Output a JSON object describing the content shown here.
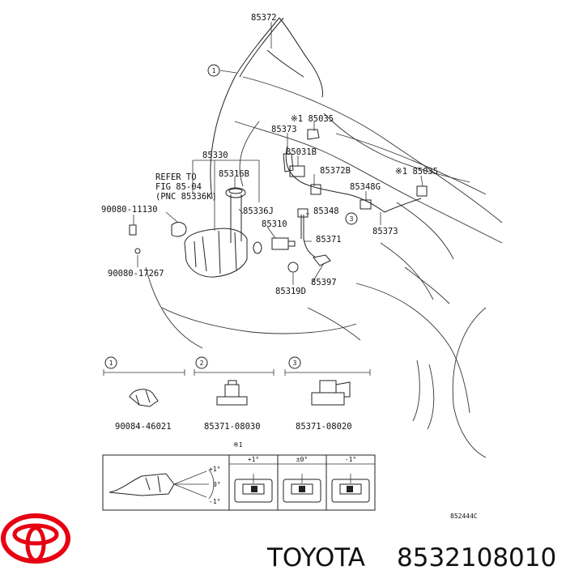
{
  "diagram": {
    "labels": {
      "p85372_top": "85372",
      "callout1_main": "1",
      "mark1_85035": "※1 85035",
      "p85373_upper": "85373",
      "p85031b": "85031B",
      "p85330": "85330",
      "refer1": "REFER TO",
      "refer2": "FIG 85-04",
      "refer3": "(PNC 85336K)",
      "p85316b": "85316B",
      "p85372b": "85372B",
      "mark1_85035_right": "※1 85035",
      "p85348g": "85348G",
      "p90080_11130": "90080-11130",
      "p85336j": "85336J",
      "p85348": "85348",
      "callout3_main": "3",
      "p85310": "85310",
      "p85373_lower": "85373",
      "p85371": "85371",
      "p90080_17267": "90080-17267",
      "p85397": "85397",
      "p85319d": "85319D"
    },
    "details": [
      {
        "num": "1",
        "part": "90084-46021"
      },
      {
        "num": "2",
        "part": "85371-08030"
      },
      {
        "num": "3",
        "part": "85371-08020"
      }
    ],
    "adjust": {
      "mark": "※1",
      "cols": [
        "+1°",
        "±0°",
        "-1°"
      ],
      "angles": [
        "+1°",
        "0°",
        "-1°"
      ]
    },
    "figure_code": "852444C"
  },
  "footer": {
    "brand": "TOYOTA",
    "part_number": "8532108010"
  },
  "colors": {
    "logo_red": "#e60012",
    "line": "#222222"
  }
}
